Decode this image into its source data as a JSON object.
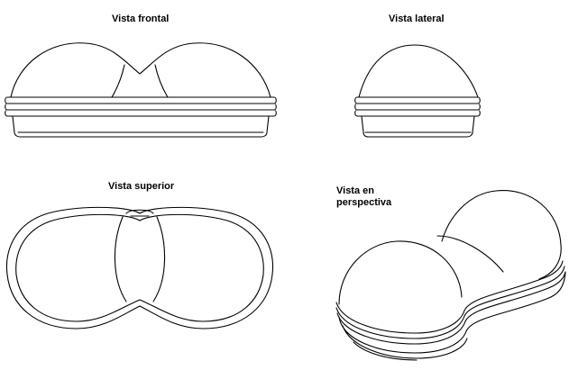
{
  "views": {
    "front": {
      "label": "Vista frontal"
    },
    "side": {
      "label": "Vista lateral"
    },
    "top": {
      "label": "Vista superior"
    },
    "perspective": {
      "label": "Vista en\nperspectiva"
    }
  }
}
